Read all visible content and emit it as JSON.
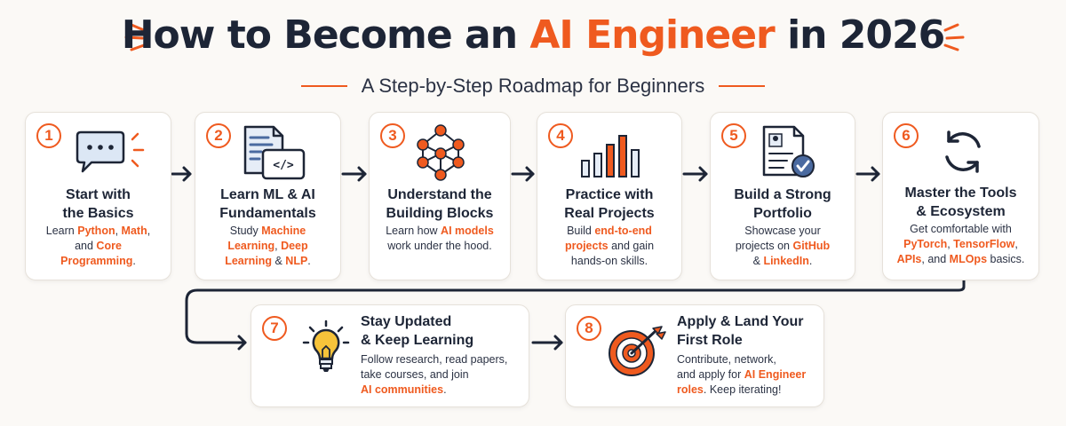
{
  "header": {
    "title_pre": "How to Become an ",
    "title_accent": "AI Engineer",
    "title_post": " in 2026",
    "subtitle": "A Step-by-Step Roadmap for Beginners"
  },
  "colors": {
    "accent": "#ef5a1f",
    "dark": "#1d2536",
    "card_bg": "#ffffff",
    "page_bg": "#fbf9f6",
    "bulb": "#f6c33a"
  },
  "steps": [
    {
      "number": "1",
      "icon": "chat-bubble-icon",
      "title_l1": "Start with",
      "title_l2": "the Basics",
      "d": [
        "Learn ",
        "Python",
        ", ",
        "Math",
        ",",
        "and ",
        "Core",
        "Programming",
        "."
      ]
    },
    {
      "number": "2",
      "icon": "code-document-icon",
      "title_l1": "Learn ML & AI",
      "title_l2": "Fundamentals",
      "d": [
        "Study ",
        "Machine",
        "Learning",
        ", ",
        "Deep",
        "Learning",
        " & ",
        "NLP",
        "."
      ]
    },
    {
      "number": "3",
      "icon": "neural-network-icon",
      "title_l1": "Understand the",
      "title_l2": "Building Blocks",
      "d": [
        "Learn how ",
        "AI models",
        "work under the hood."
      ]
    },
    {
      "number": "4",
      "icon": "bar-chart-icon",
      "title_l1": "Practice with",
      "title_l2": "Real Projects",
      "d": [
        "Build ",
        "end-to-end",
        "projects",
        " and gain",
        "hands-on skills."
      ]
    },
    {
      "number": "5",
      "icon": "portfolio-document-icon",
      "title_l1": "Build a Strong",
      "title_l2": "Portfolio",
      "d": [
        "Showcase your",
        "projects on ",
        "GitHub",
        "& ",
        "LinkedIn",
        "."
      ]
    },
    {
      "number": "6",
      "icon": "refresh-cycle-icon",
      "title_l1": "Master the Tools",
      "title_l2": "& Ecosystem",
      "d": [
        "Get comfortable with",
        "PyTorch",
        ", ",
        "TensorFlow",
        ",",
        "APIs",
        ", and ",
        "MLOps",
        " basics."
      ]
    },
    {
      "number": "7",
      "icon": "lightbulb-icon",
      "title_l1": "Stay Updated",
      "title_l2": "& Keep Learning",
      "d": [
        "Follow research, read papers,",
        "take courses, and join",
        "AI communities",
        "."
      ]
    },
    {
      "number": "8",
      "icon": "target-icon",
      "title_l1": "Apply & Land Your",
      "title_l2": "First Role",
      "d": [
        "Contribute, network,",
        "and apply for ",
        "AI Engineer",
        "roles",
        ". Keep iterating!"
      ]
    }
  ]
}
